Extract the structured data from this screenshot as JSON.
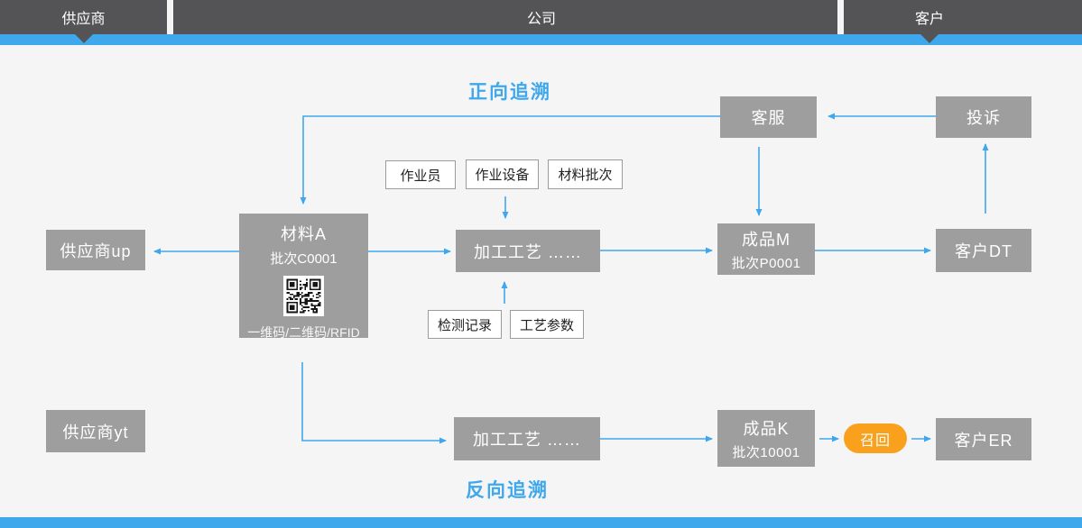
{
  "header": {
    "tabs": [
      {
        "id": "supplier",
        "label": "供应商"
      },
      {
        "id": "company",
        "label": "公司"
      },
      {
        "id": "customer",
        "label": "客户"
      }
    ]
  },
  "titles": {
    "forward": "正向追溯",
    "backward": "反向追溯"
  },
  "nodes": {
    "customer_service": {
      "label": "客服"
    },
    "complaint": {
      "label": "投诉"
    },
    "supplier_up": {
      "label": "供应商up"
    },
    "material_a": {
      "title": "材料A",
      "batch": "批次C0001",
      "code_caption": "一维码/二维码/RFID"
    },
    "process_top": {
      "label": "加工工艺  ……"
    },
    "product_m": {
      "title": "成品M",
      "batch": "批次P0001"
    },
    "customer_dt": {
      "label": "客户DT"
    },
    "supplier_yt": {
      "label": "供应商yt"
    },
    "process_bottom": {
      "label": "加工工艺  ……"
    },
    "product_k": {
      "title": "成品K",
      "batch": "批次10001"
    },
    "recall": {
      "label": "召回"
    },
    "customer_er": {
      "label": "客户ER"
    }
  },
  "tags": {
    "operator": "作业员",
    "equipment": "作业设备",
    "material_batch": "材料批次",
    "inspection_record": "检测记录",
    "process_params": "工艺参数"
  },
  "colors": {
    "accent_blue": "#3fa7ec",
    "node_gray": "#9e9e9e",
    "header_dark": "#545457",
    "recall_orange": "#f9a11c"
  }
}
